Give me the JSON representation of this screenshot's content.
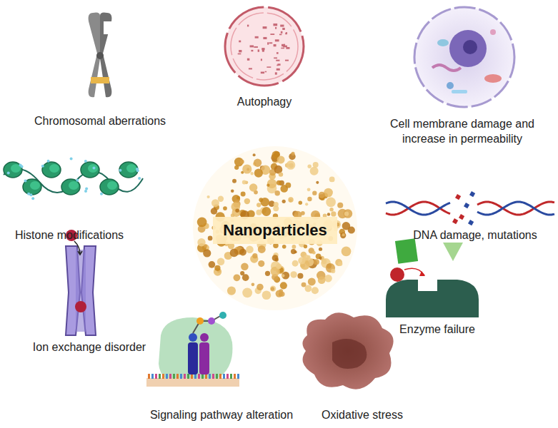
{
  "diagram": {
    "nodes": [
      {
        "text": [
          "Nanoparticles"
        ]
      }
    ],
    "labels": [
      "Chromosomal aberrations",
      "Autophagy",
      "Cell membrane damage and increase in permeability",
      "Histone modifications",
      "DNA damage, mutations",
      "Ion exchange disorder",
      "Enzyme failure",
      "Signaling pathway alteration",
      "Oxidative stress"
    ]
  }
}
